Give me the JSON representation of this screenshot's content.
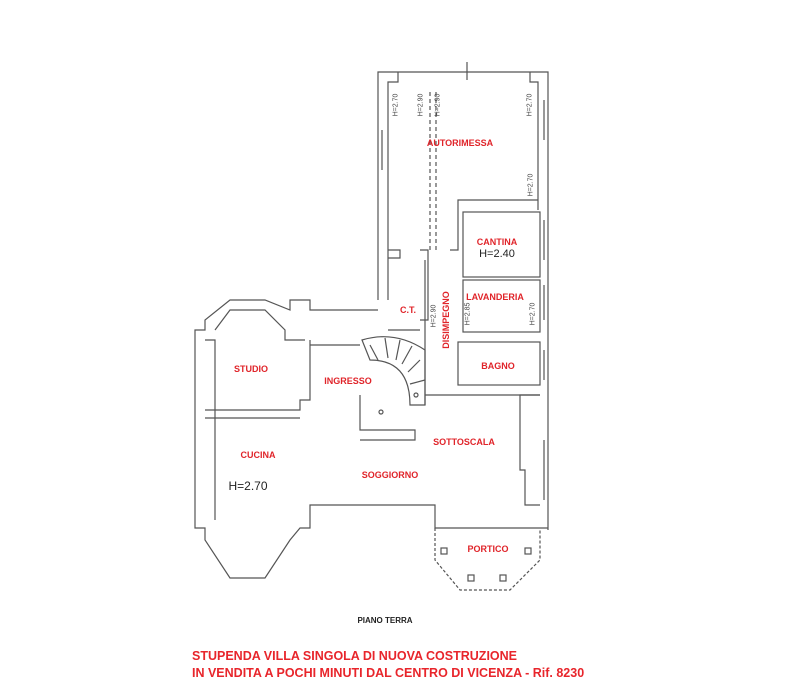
{
  "rooms": {
    "autorimessa": "AUTORIMESSA",
    "cantina": "CANTINA",
    "lavanderia": "LAVANDERIA",
    "ct": "C.T.",
    "disimpegno": "DISIMPEGNO",
    "bagno": "BAGNO",
    "studio": "STUDIO",
    "ingresso": "INGRESSO",
    "sottoscala": "SOTTOSCALA",
    "cucina": "CUCINA",
    "soggiorno": "SOGGIORNO",
    "portico": "PORTICO"
  },
  "heights": {
    "cantina": "H=2.40",
    "cucina": "H=2.70",
    "garage_left": "H=2.70",
    "garage_mid1": "H=2.90",
    "garage_mid2": "H=2.90",
    "garage_right": "H=2.70",
    "garage_right_low": "H=2.70",
    "disimpegno": "H=2.90",
    "lavanderia_left": "H=2.85",
    "lavanderia_right": "H=2.70"
  },
  "floor_label": "PIANO TERRA",
  "caption": {
    "line1": "STUPENDA VILLA SINGOLA DI NUOVA COSTRUZIONE",
    "line2": "IN VENDITA A POCHI MINUTI DAL CENTRO DI VICENZA - Rif. 8230"
  },
  "colors": {
    "label": "#e0242a",
    "wall": "#555555"
  }
}
